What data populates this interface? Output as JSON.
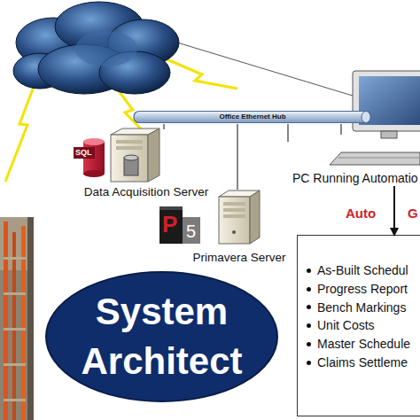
{
  "diagram": {
    "nodes": [
      {
        "text": [
          "Office Ethernet Hub"
        ]
      },
      {
        "text": [
          "PC Running Automatio"
        ]
      },
      {
        "text": [
          "Data Acquisition Server"
        ]
      },
      {
        "text": [
          "Primavera Server"
        ]
      },
      {
        "text": [
          "As-Built Schedul",
          "Progress Report",
          "Bench Markings",
          "Unit Costs",
          "Master Schedule",
          "Claims Settleme"
        ]
      },
      {
        "text": [
          "System Architect"
        ]
      }
    ],
    "edges": [
      {
        "from": 0,
        "to": 2,
        "arrow": "none"
      },
      {
        "from": 0,
        "to": 3,
        "arrow": "none"
      },
      {
        "from": 0,
        "to": 1,
        "arrow": "none"
      },
      {
        "from": 1,
        "to": 4,
        "arrow": "to"
      }
    ],
    "labels": [
      "SQL",
      "P",
      "5",
      "Auto",
      "G"
    ]
  }
}
